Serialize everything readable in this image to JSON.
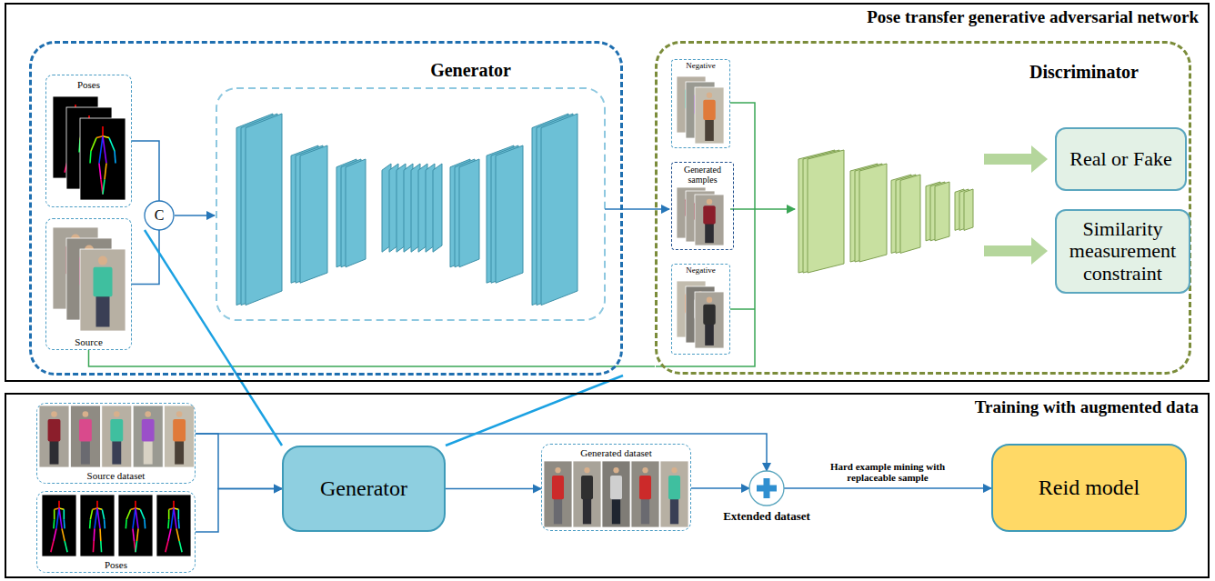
{
  "diagram": {
    "nodes": [
      {
        "text": [
          "Pose transfer generative adversarial network"
        ]
      },
      {
        "text": [
          "Generator"
        ],
        "in": 0
      },
      {
        "text": [
          "Poses"
        ],
        "in": 1
      },
      {
        "text": [
          "Source"
        ],
        "in": 1
      },
      {
        "text": [
          "C"
        ],
        "in": 1
      },
      {
        "text": [
          "Discriminator"
        ],
        "in": 0
      },
      {
        "text": [
          "Negative"
        ],
        "in": 5
      },
      {
        "text": [
          "Generated samples"
        ],
        "in": 5
      },
      {
        "text": [
          "Negative"
        ],
        "in": 5
      },
      {
        "text": [
          "Real or Fake"
        ],
        "in": 5
      },
      {
        "text": [
          "Similarity measurement constraint"
        ],
        "in": 5
      },
      {
        "text": [
          "Training with augmented data"
        ]
      },
      {
        "text": [
          "Source dataset"
        ],
        "in": 11
      },
      {
        "text": [
          "Poses"
        ],
        "in": 11
      },
      {
        "text": [
          "Generator"
        ],
        "in": 11
      },
      {
        "text": [
          "Generated dataset"
        ],
        "in": 11
      },
      {
        "text": [
          "Extended dataset"
        ],
        "in": 11
      },
      {
        "text": [
          "Reid model"
        ],
        "in": 11
      }
    ],
    "edges": [
      {
        "from": 2,
        "to": 4,
        "arrow": "none"
      },
      {
        "from": 3,
        "to": 4,
        "arrow": "none"
      },
      {
        "from": 3,
        "to": 5,
        "arrow": "none"
      },
      {
        "from": 12,
        "to": 14,
        "arrow": "to"
      },
      {
        "from": 13,
        "to": 14,
        "arrow": "to"
      },
      {
        "from": 12,
        "to": 16,
        "arrow": "to"
      },
      {
        "from": 14,
        "to": 15,
        "arrow": "to"
      },
      {
        "from": 15,
        "to": 16,
        "arrow": "to"
      },
      {
        "from": 16,
        "to": 17,
        "arrow": "to",
        "label": "Hard example mining with replaceable sample"
      },
      {
        "from": 14,
        "to": 1,
        "arrow": "none"
      }
    ]
  }
}
